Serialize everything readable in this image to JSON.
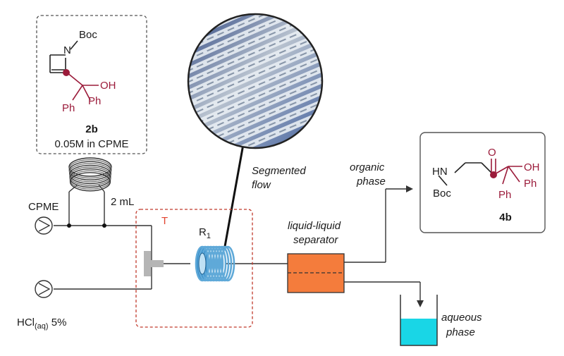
{
  "reagent_box": {
    "boc": "Boc",
    "n": "N",
    "oh": "OH",
    "ph1": "Ph",
    "ph2": "Ph",
    "compound": "2b",
    "concentration": "0.05M in CPME"
  },
  "product_box": {
    "hn": "HN",
    "boc": "Boc",
    "o": "O",
    "oh": "OH",
    "ph1": "Ph",
    "ph2": "Ph",
    "compound": "4b"
  },
  "inputs": {
    "cpme": "CPME",
    "hcl_main": "HCl",
    "hcl_sub": "(aq)",
    "hcl_conc": " 5%"
  },
  "loop_volume": "2 mL",
  "tee_label": "T",
  "reactor_label": "R",
  "reactor_sub": "1",
  "segmented_line1": "Segmented",
  "segmented_line2": "flow",
  "separator_line1": "liquid-liquid",
  "separator_line2": "separator",
  "organic_line1": "organic",
  "organic_line2": "phase",
  "aqueous_line1": "aqueous",
  "aqueous_line2": "phase",
  "colors": {
    "tee_box": "#c0392b",
    "reactor_coil": "#5fa9d8",
    "separator": "#f47c3c",
    "aqueous": "#19d6e6",
    "chem_accent": "#9b1b3a"
  }
}
